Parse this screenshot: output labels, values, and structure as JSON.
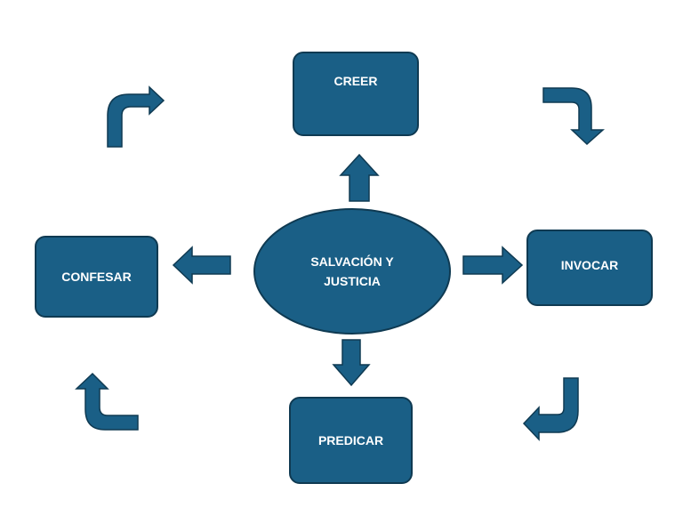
{
  "colors": {
    "fill": "#1a5f86",
    "stroke": "#0f3a52",
    "text": "#ffffff"
  },
  "center": {
    "label": "SALVACIÓN Y JUSTICIA"
  },
  "nodes": {
    "creer": "CREER",
    "invocar": "INVOCAR",
    "predicar": "PREDICAR",
    "confesar": "CONFESAR"
  },
  "arrows": {
    "center_to_nodes": [
      "arrow-up",
      "arrow-right",
      "arrow-down",
      "arrow-left"
    ],
    "cycle": [
      "curved-arrow-top-right",
      "curved-arrow-bottom-right",
      "curved-arrow-bottom-left",
      "curved-arrow-top-left"
    ]
  }
}
